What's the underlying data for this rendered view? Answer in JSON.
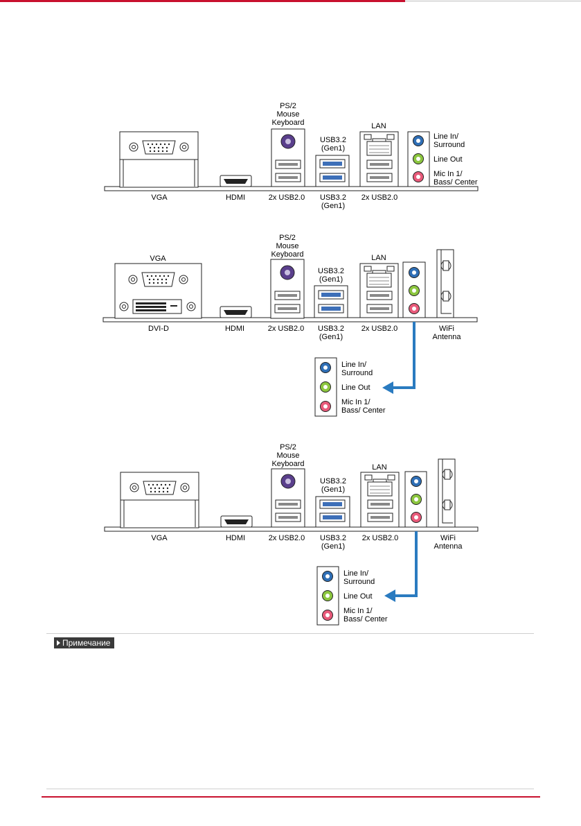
{
  "diagrams": [
    {
      "labels": {
        "ps2": [
          "PS/2",
          "Mouse",
          "Keyboard"
        ],
        "usb32_top": [
          "USB3.2",
          "(Gen1)"
        ],
        "lan": "LAN",
        "audio": [
          "Line In/",
          "Surround",
          "Line Out",
          "Mic In 1/",
          "Bass/ Center"
        ],
        "bottom": {
          "vga": "VGA",
          "hdmi": "HDMI",
          "usb20_a": "2x USB2.0",
          "usb32": [
            "USB3.2",
            "(Gen1)"
          ],
          "usb20_b": "2x USB2.0"
        }
      }
    },
    {
      "labels": {
        "vga_top": "VGA",
        "ps2": [
          "PS/2",
          "Mouse",
          "Keyboard"
        ],
        "usb32_top": [
          "USB3.2",
          "(Gen1)"
        ],
        "lan": "LAN",
        "bottom": {
          "dvi": "DVI-D",
          "hdmi": "HDMI",
          "usb20_a": "2x USB2.0",
          "usb32": [
            "USB3.2",
            "(Gen1)"
          ],
          "usb20_b": "2x USB2.0",
          "wifi": [
            "WiFi",
            "Antenna"
          ]
        },
        "audio_callout": [
          "Line In/",
          "Surround",
          "Line Out",
          "Mic In 1/",
          "Bass/ Center"
        ]
      }
    },
    {
      "labels": {
        "ps2": [
          "PS/2",
          "Mouse",
          "Keyboard"
        ],
        "usb32_top": [
          "USB3.2",
          "(Gen1)"
        ],
        "lan": "LAN",
        "bottom": {
          "vga": "VGA",
          "hdmi": "HDMI",
          "usb20_a": "2x USB2.0",
          "usb32": [
            "USB3.2",
            "(Gen1)"
          ],
          "usb20_b": "2x USB2.0",
          "wifi": [
            "WiFi",
            "Antenna"
          ]
        },
        "audio_callout": [
          "Line In/",
          "Surround",
          "Line Out",
          "Mic In 1/",
          "Bass/ Center"
        ]
      }
    }
  ],
  "note": {
    "label": "Примечание"
  },
  "colors": {
    "accent_red": "#c8102e",
    "line_in_blue": "#2f6fb6",
    "line_out_green": "#8cc63f",
    "mic_pink": "#e85a7a",
    "usb3_blue": "#3d6fb8",
    "arrow_blue": "#2a7bc0",
    "ps2_purple": "#5a3f8c"
  }
}
